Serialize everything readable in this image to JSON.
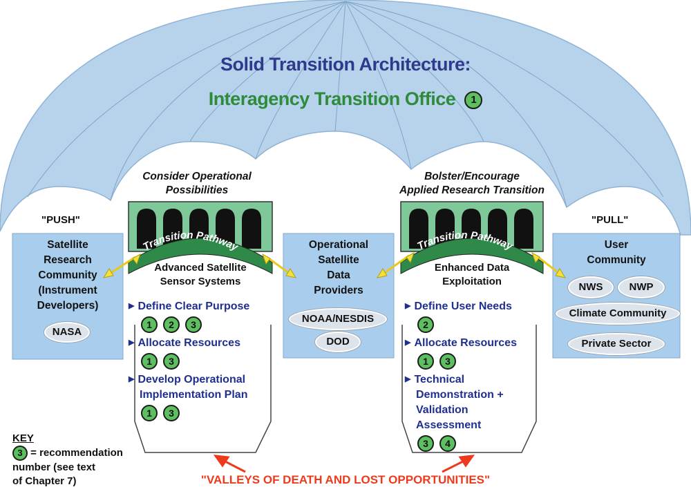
{
  "title_line1": "Solid Transition Architecture:",
  "title_line2": "Interagency Transition Office",
  "title_rec": "1",
  "push_label": "\"PUSH\"",
  "pull_label": "\"PULL\"",
  "left_col": {
    "heading": [
      "Consider Operational",
      "Possibilities"
    ],
    "pathway": "Transition Pathway",
    "subtitle": [
      "Advanced Satellite",
      "Sensor Systems"
    ],
    "bullets": [
      {
        "text": [
          "Define Clear Purpose"
        ],
        "recs": [
          "1",
          "2",
          "3"
        ]
      },
      {
        "text": [
          "Allocate Resources"
        ],
        "recs": [
          "1",
          "3"
        ]
      },
      {
        "text": [
          "Develop Operational",
          "Implementation Plan"
        ],
        "recs": [
          "1",
          "3"
        ]
      }
    ]
  },
  "right_col": {
    "heading": [
      "Bolster/Encourage",
      "Applied Research Transition"
    ],
    "pathway": "Transition Pathway",
    "subtitle": [
      "Enhanced Data",
      "Exploitation"
    ],
    "bullets": [
      {
        "text": [
          "Define User Needs"
        ],
        "recs": [
          "2"
        ]
      },
      {
        "text": [
          "Allocate Resources"
        ],
        "recs": [
          "1",
          "3"
        ]
      },
      {
        "text": [
          "Technical",
          "Demonstration +",
          "Validation",
          "Assessment"
        ],
        "recs": [
          "3",
          "4"
        ]
      }
    ]
  },
  "box_left": {
    "lines": [
      "Satellite",
      "Research",
      "Community",
      "(Instrument",
      "Developers)"
    ],
    "pills": [
      "NASA"
    ]
  },
  "box_middle": {
    "lines": [
      "Operational",
      "Satellite",
      "Data",
      "Providers"
    ],
    "pills": [
      "NOAA/NESDIS",
      "DOD"
    ]
  },
  "box_right": {
    "lines": [
      "User",
      "Community"
    ],
    "pills": [
      "NWS",
      "NWP",
      "Climate Community",
      "Private Sector"
    ]
  },
  "key": {
    "heading": "KEY",
    "example_num": "3",
    "line1": "= recommendation",
    "line2": "number (see text",
    "line3": "of Chapter 7)"
  },
  "valley_label": "\"VALLEYS OF DEATH AND LOST OPPORTUNITIES\"",
  "colors": {
    "dome": "#b7d3ec",
    "box": "#a9cdec",
    "bridge": "#7fc89a",
    "circle": "#5cbf60",
    "arrow": "#f2e23a",
    "title_blue": "#2e3a8c",
    "title_green": "#2e8b3c",
    "valley_red": "#ee3a1c"
  },
  "icons": {
    "bullet": "triangle-right-icon",
    "arrow": "double-headed-arrow-icon"
  }
}
